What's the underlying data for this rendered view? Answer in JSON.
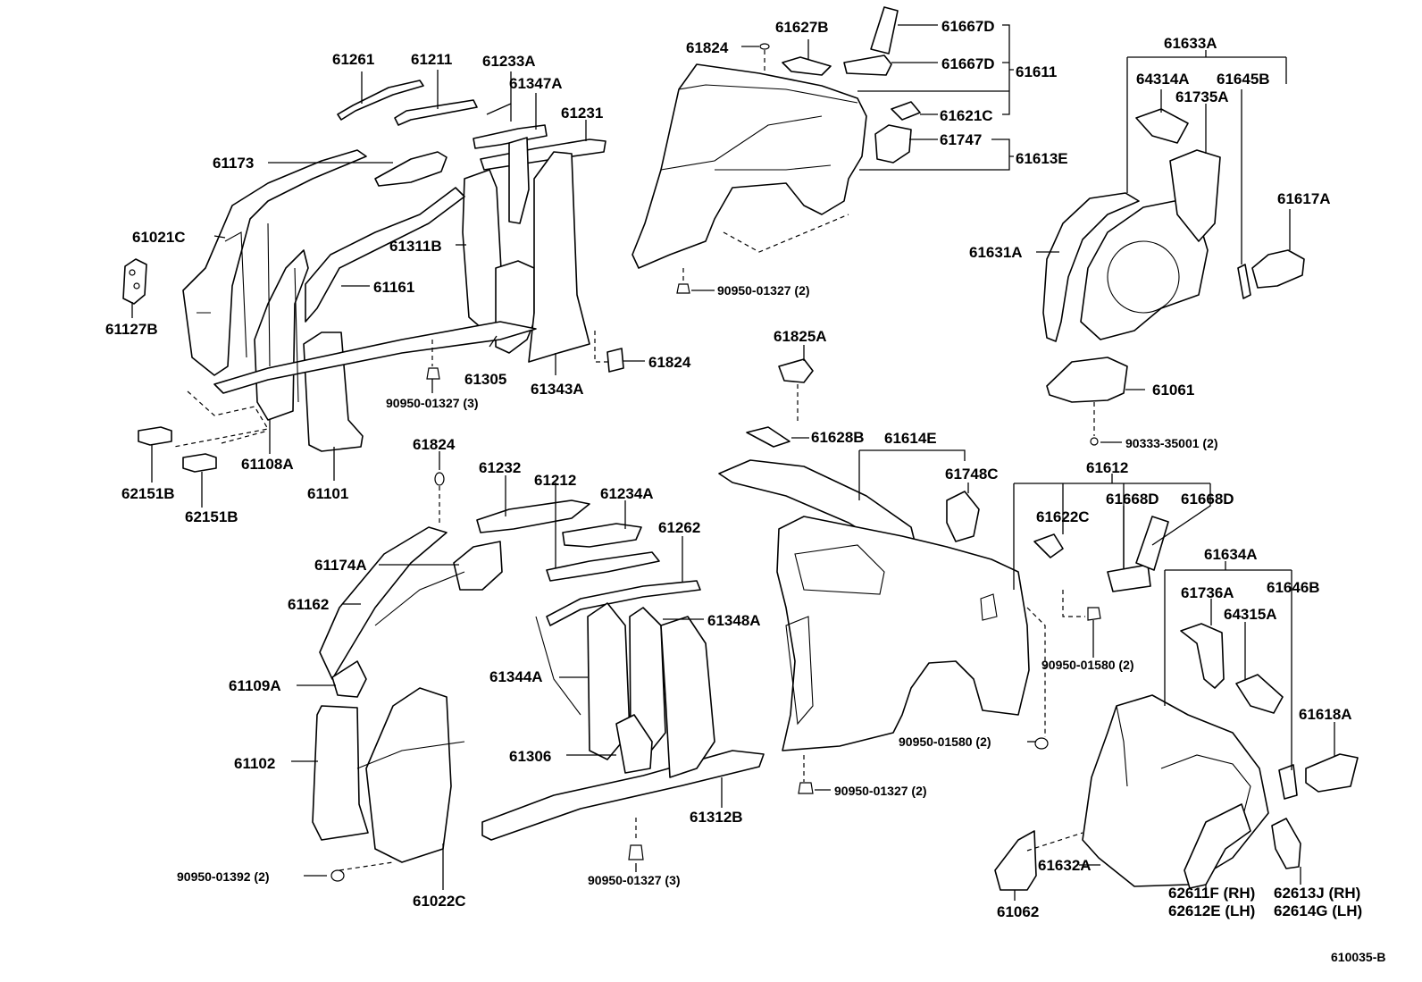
{
  "diagram_id": "610035-B",
  "labels": {
    "p61261": "61261",
    "p61211": "61211",
    "p61233A": "61233A",
    "p61347A": "61347A",
    "p61231": "61231",
    "p61173": "61173",
    "p61021C": "61021C",
    "p61311B": "61311B",
    "p61161": "61161",
    "p61127B": "61127B",
    "p61305": "61305",
    "p61343A": "61343A",
    "p61824_a": "61824",
    "p90950_01327_3a": "90950-01327 (3)",
    "p61108A": "61108A",
    "p61101": "61101",
    "p62151B_a": "62151B",
    "p62151B_b": "62151B",
    "p61824_b": "61824",
    "p61627B": "61627B",
    "p61667D_a": "61667D",
    "p61667D_b": "61667D",
    "p61611": "61611",
    "p61621C": "61621C",
    "p61747": "61747",
    "p61613E": "61613E",
    "p90950_01327_2a": "90950-01327 (2)",
    "p61633A": "61633A",
    "p64314A": "64314A",
    "p61645B": "61645B",
    "p61735A": "61735A",
    "p61617A": "61617A",
    "p61631A": "61631A",
    "p61061": "61061",
    "p90333_35001": "90333-35001 (2)",
    "p61825A": "61825A",
    "p61628B": "61628B",
    "p61614E": "61614E",
    "p61748C": "61748C",
    "p61612": "61612",
    "p61622C": "61622C",
    "p61668D_a": "61668D",
    "p61668D_b": "61668D",
    "p90950_01580_2a": "90950-01580 (2)",
    "p90950_01580_2b": "90950-01580 (2)",
    "p90950_01327_2b": "90950-01327 (2)",
    "p61634A": "61634A",
    "p61736A": "61736A",
    "p61646B": "61646B",
    "p64315A": "64315A",
    "p61618A": "61618A",
    "p61632A": "61632A",
    "p61062": "61062",
    "p62611F": "62611F (RH)",
    "p62612E": "62612E (LH)",
    "p62613J": "62613J (RH)",
    "p62614G": "62614G (LH)",
    "p61824_c": "61824",
    "p61232": "61232",
    "p61212": "61212",
    "p61234A": "61234A",
    "p61262": "61262",
    "p61174A": "61174A",
    "p61162": "61162",
    "p61348A": "61348A",
    "p61109A": "61109A",
    "p61344A": "61344A",
    "p61102": "61102",
    "p61306": "61306",
    "p61312B": "61312B",
    "p90950_01392": "90950-01392 (2)",
    "p61022C": "61022C",
    "p90950_01327_3b": "90950-01327 (3)"
  }
}
